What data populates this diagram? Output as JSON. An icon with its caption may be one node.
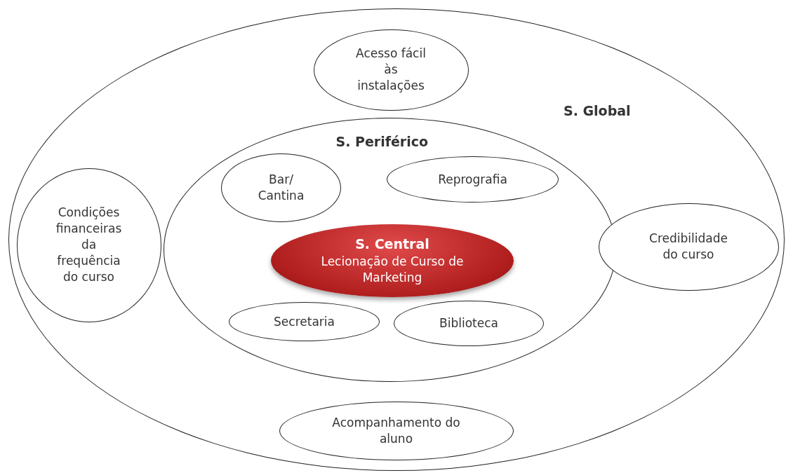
{
  "diagram": {
    "nodes": [
      {
        "text": [
          "S. Global"
        ]
      },
      {
        "text": [
          "Acesso fácil às instalações"
        ],
        "in": 0
      },
      {
        "text": [
          "S. Periférico"
        ],
        "in": 0
      },
      {
        "text": [
          "Condições financeiras da frequência do curso"
        ],
        "in": 0
      },
      {
        "text": [
          "Credibilidade do curso"
        ],
        "in": 0
      },
      {
        "text": [
          "Bar/ Cantina"
        ],
        "in": 2
      },
      {
        "text": [
          "Reprografia"
        ],
        "in": 2
      },
      {
        "text": [
          "S. Central",
          "Lecionação de Curso de Marketing"
        ],
        "in": 2
      },
      {
        "text": [
          "Secretaria"
        ],
        "in": 2
      },
      {
        "text": [
          "Biblioteca"
        ],
        "in": 2
      },
      {
        "text": [
          "Acompanhamento do aluno"
        ],
        "in": 0
      }
    ],
    "edges": []
  }
}
